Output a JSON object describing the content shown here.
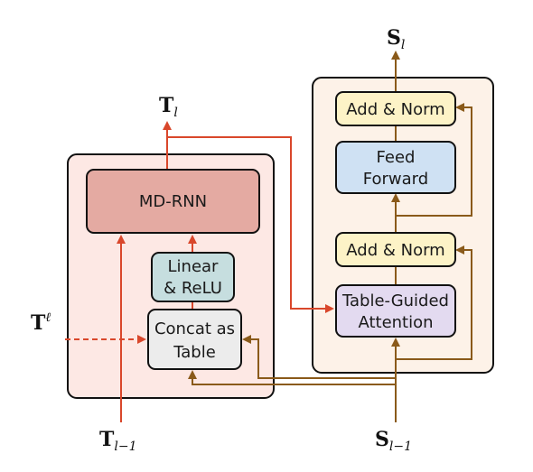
{
  "colors": {
    "red_flow": "#d9472b",
    "brown_flow": "#8a5a1a",
    "left_panel_fill": "#fde8e4",
    "right_panel_fill": "#fdf2e8",
    "mdrnn_fill": "#e4aaa2",
    "linear_fill": "#c6dedf",
    "concat_fill": "#ececec",
    "addnorm_fill": "#fdf3c7",
    "feedforward_fill": "#cfe1f3",
    "attention_fill": "#e3daf0"
  },
  "nodes": {
    "mdrnn": {
      "lines": [
        "MD-RNN"
      ]
    },
    "linear": {
      "lines": [
        "Linear",
        "& ReLU"
      ]
    },
    "concat": {
      "lines": [
        "Concat as",
        "Table"
      ]
    },
    "addnorm_top": {
      "lines": [
        "Add & Norm"
      ]
    },
    "feedforward": {
      "lines": [
        "Feed",
        "Forward"
      ]
    },
    "addnorm_bottom": {
      "lines": [
        "Add & Norm"
      ]
    },
    "attention": {
      "lines": [
        "Table-Guided",
        "Attention"
      ]
    }
  },
  "labels": {
    "t_out": {
      "main": "T",
      "sub": "l"
    },
    "s_out": {
      "main": "S",
      "sub": "l"
    },
    "t_in": {
      "main": "T",
      "sub": "l−1"
    },
    "s_in": {
      "main": "S",
      "sub": "l−1"
    },
    "t_ext": {
      "main": "T",
      "sup": "ℓ"
    }
  }
}
